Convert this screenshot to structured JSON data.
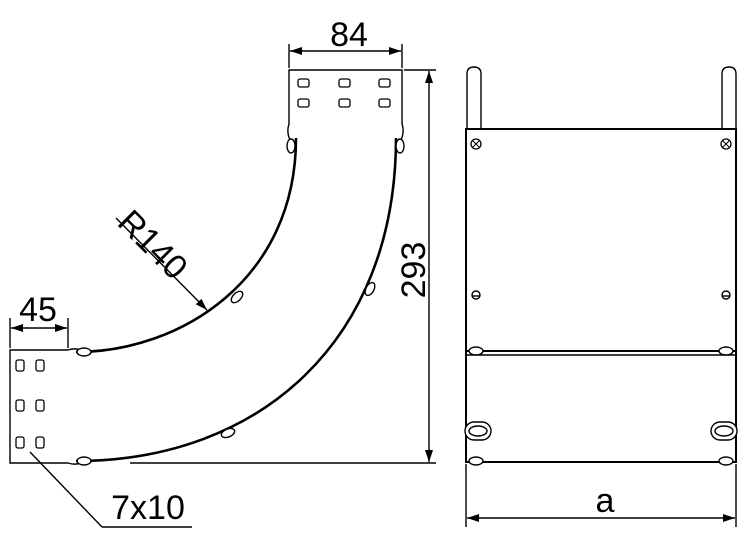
{
  "labels": {
    "width_top": "84",
    "flange_width": "45",
    "radius": "R140",
    "height": "293",
    "slot_size": "7x10",
    "width_var": "a"
  },
  "colors": {
    "line": "#000000",
    "background": "#ffffff"
  }
}
